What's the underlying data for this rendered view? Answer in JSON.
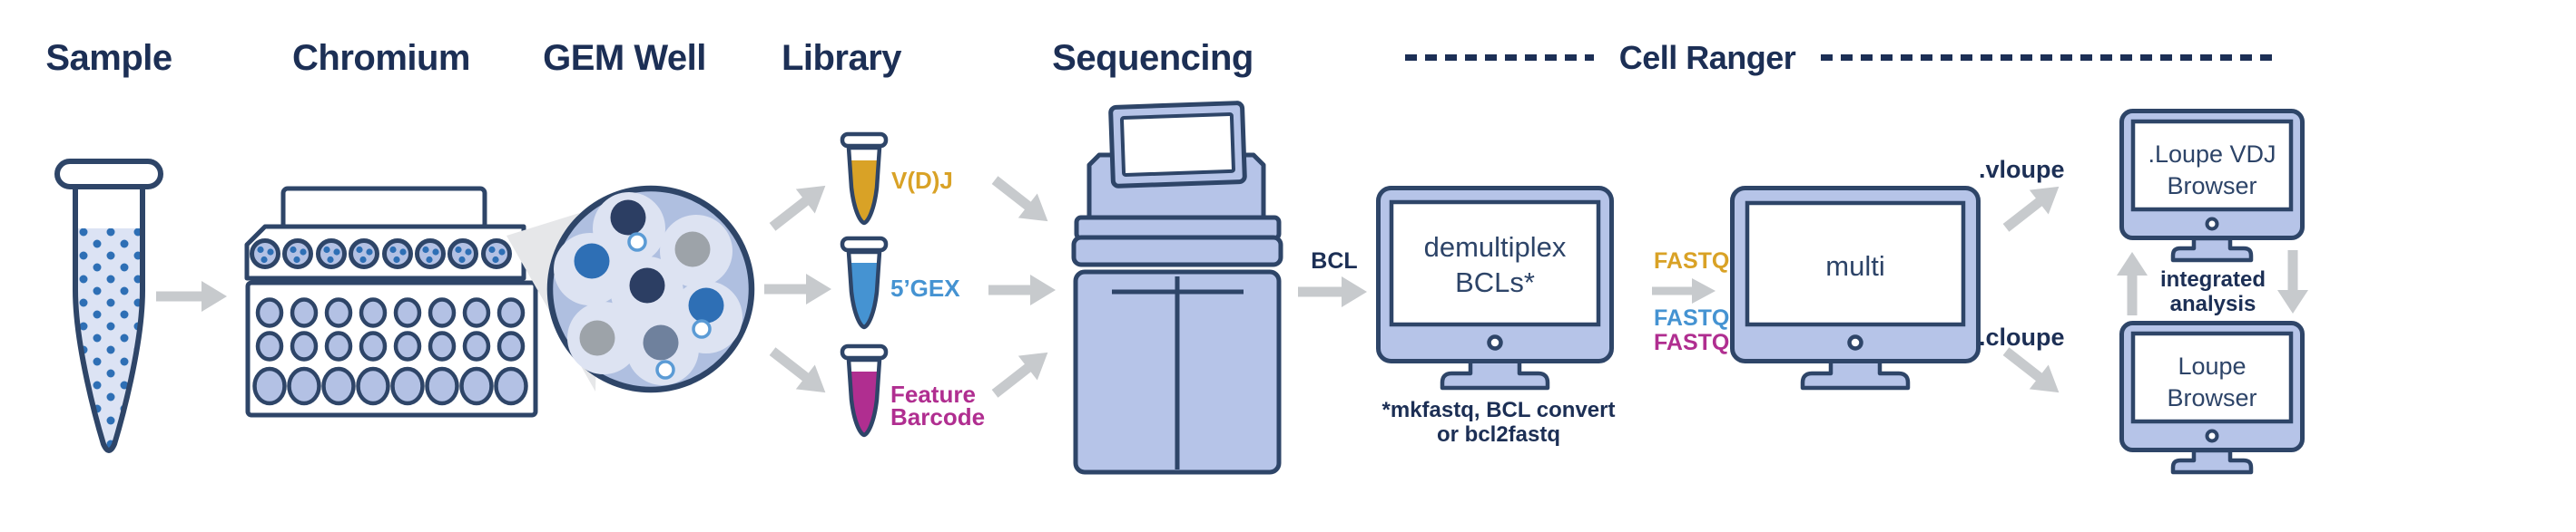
{
  "titles": {
    "sample": "Sample",
    "chromium": "Chromium",
    "gem_well": "GEM Well",
    "library": "Library",
    "sequencing": "Sequencing",
    "cell_ranger": "Cell Ranger"
  },
  "library_labels": {
    "vdj": "V(D)J",
    "gex": "5’GEX",
    "feature_line1": "Feature",
    "feature_line2": "Barcode"
  },
  "flow": {
    "bcl": "BCL",
    "fastq_vdj": "FASTQ",
    "fastq_gex": "FASTQ",
    "fastq_fb": "FASTQ",
    "vloupe": ".vloupe",
    "cloupe": ".cloupe",
    "integrated_line1": "integrated",
    "integrated_line2": "analysis"
  },
  "monitors": {
    "demux_line1": "demultiplex",
    "demux_line2": "BCLs*",
    "demux_note_line1": "*mkfastq, BCL convert",
    "demux_note_line2": "or bcl2fastq",
    "multi": "multi",
    "vdj_line1": ".Loupe VDJ",
    "vdj_line2": "Browser",
    "loupe_line1": "Loupe",
    "loupe_line2": "Browser"
  },
  "colors": {
    "navy_text": "#1C2F55",
    "outline": "#2E4568",
    "screen_text": "#2D4468",
    "device_body": "#B6C4E8",
    "well_fill": "#B3C1E4",
    "pale_liquid": "#DCE3F4",
    "gem_fill": "#AFBFE0",
    "gem_bubble": "#DDE3F2",
    "cell_navy": "#2C3E63",
    "cell_blue": "#2E6FB5",
    "cell_gray": "#9DA3A9",
    "cell_slate": "#6F819D",
    "bead_ring": "#5B9BD5",
    "arrow_gray": "#C7CACD",
    "wedge_gray": "#E6E7E9",
    "vdj_gold": "#D9A226",
    "gex_blue": "#4593D2",
    "feature_magenta": "#B02E90"
  }
}
